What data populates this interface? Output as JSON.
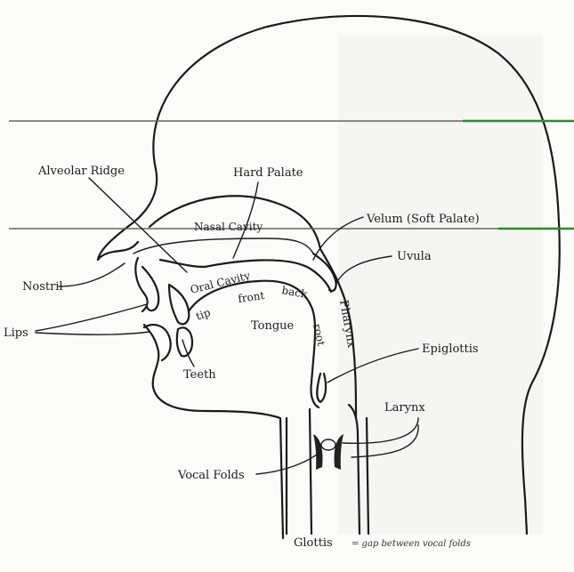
{
  "labels": {
    "alveolar_ridge": "Alveolar Ridge",
    "hard_palate": "Hard Palate",
    "nasal_cavity": "Nasal Cavity",
    "velum": "Velum (Soft Palate)",
    "uvula": "Uvula",
    "nostril": "Nostril",
    "oral_cavity": "Oral Cavity",
    "front": "front",
    "back": "back",
    "tip": "tip",
    "tongue": "Tongue",
    "root": "root",
    "pharynx": "Pharynx",
    "lips": "Lips",
    "teeth": "Teeth",
    "epiglottis": "Epiglottis",
    "larynx": "Larynx",
    "vocal_folds": "Vocal Folds",
    "glottis": "Glottis",
    "glottis_note": "= gap between vocal folds"
  },
  "colors": {
    "ink": "#1a1a1a",
    "ruled_line": "#5f6b5c",
    "ruled_line_green": "#2e8b2e"
  }
}
